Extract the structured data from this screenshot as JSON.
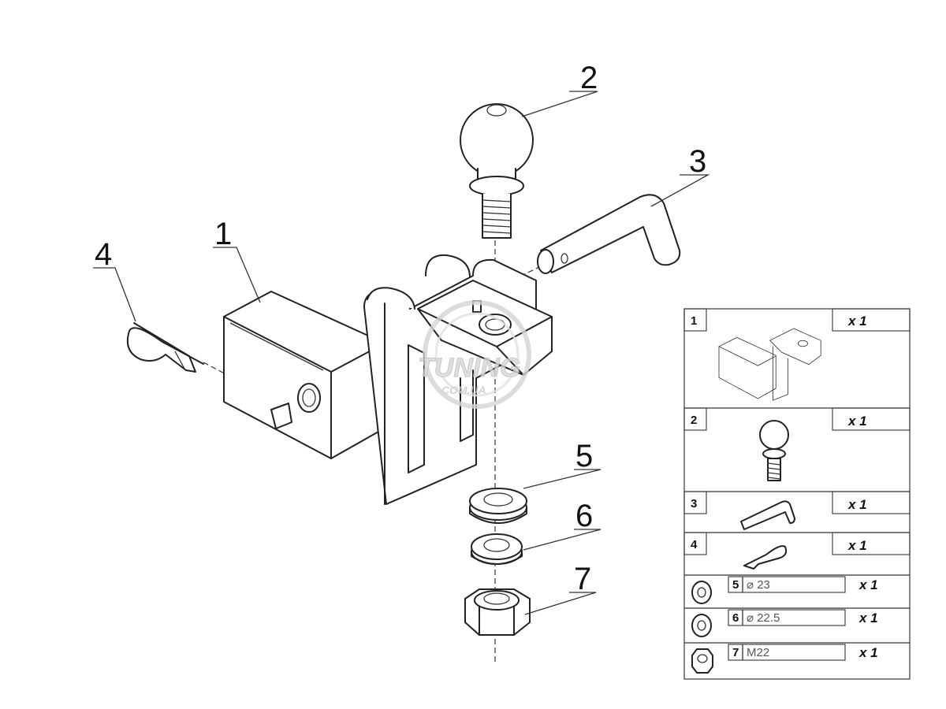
{
  "callouts": {
    "c1": "1",
    "c2": "2",
    "c3": "3",
    "c4": "4",
    "c5": "5",
    "c6": "6",
    "c7": "7"
  },
  "watermark": {
    "main": "TUNING",
    "sub": "COM.UA"
  },
  "parts_table": {
    "rows": [
      {
        "num": "1",
        "qty": "x 1"
      },
      {
        "num": "2",
        "qty": "x 1"
      },
      {
        "num": "3",
        "qty": "x 1"
      },
      {
        "num": "4",
        "qty": "x 1"
      },
      {
        "num": "5",
        "spec": "⌀ 23",
        "qty": "x 1"
      },
      {
        "num": "6",
        "spec": "⌀ 22.5",
        "qty": "x 1"
      },
      {
        "num": "7",
        "spec": "M22",
        "qty": "x 1"
      }
    ]
  },
  "colors": {
    "line": "#222222",
    "watermark": "#cccccc",
    "background": "#ffffff"
  }
}
